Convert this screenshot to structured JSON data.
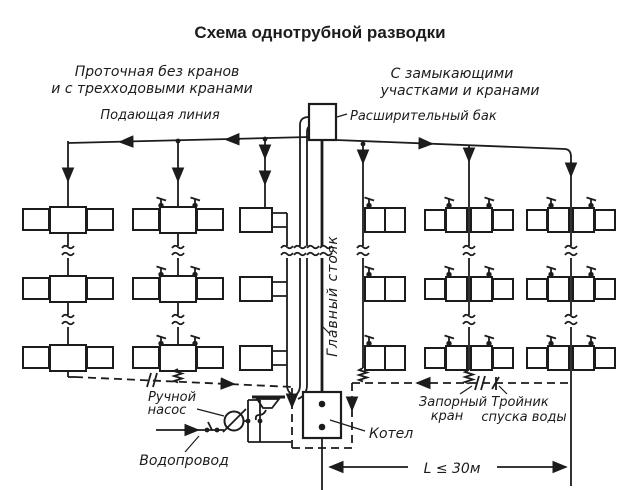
{
  "title": {
    "text": "Схема однотрубной разводки",
    "color": "#e23b3b"
  },
  "diagram": {
    "ink_color": "#1c1c1c",
    "left_system_label_line1": "Проточная без кранов",
    "left_system_label_line2": "и с трехходовыми кранами",
    "right_system_label_line1": "С замыкающими",
    "right_system_label_line2": "участками и кранами",
    "supply_line_label": "Подающая линия",
    "expansion_tank_label": "Расширительный бак",
    "main_riser_label": "Главный стояк",
    "hand_pump_label_line1": "Ручной",
    "hand_pump_label_line2": "насос",
    "water_supply_label": "Водопровод",
    "boiler_label": "Котел",
    "shutoff_valve_label_line1": "Запорный",
    "shutoff_valve_label_line2": "кран",
    "drain_tee_label_line1": "Тройник",
    "drain_tee_label_line2": "спуска воды",
    "dimension_label": "L ≤ 30м"
  }
}
